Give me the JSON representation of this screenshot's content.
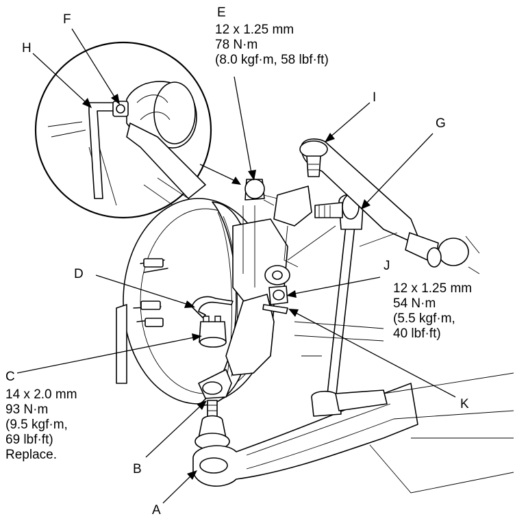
{
  "labels": {
    "A": "A",
    "B": "B",
    "C": "C",
    "D": "D",
    "E": "E",
    "F": "F",
    "G": "G",
    "H": "H",
    "I": "I",
    "J": "J",
    "K": "K"
  },
  "specs": {
    "E": [
      "12 x 1.25 mm",
      "78 N·m",
      "(8.0 kgf·m, 58 lbf·ft)"
    ],
    "J": [
      "12 x 1.25 mm",
      "54 N·m",
      "(5.5 kgf·m,",
      "40 lbf·ft)"
    ],
    "C": [
      "14 x 2.0 mm",
      "93 N·m",
      "(9.5 kgf·m,",
      "69 lbf·ft)",
      "Replace."
    ]
  }
}
